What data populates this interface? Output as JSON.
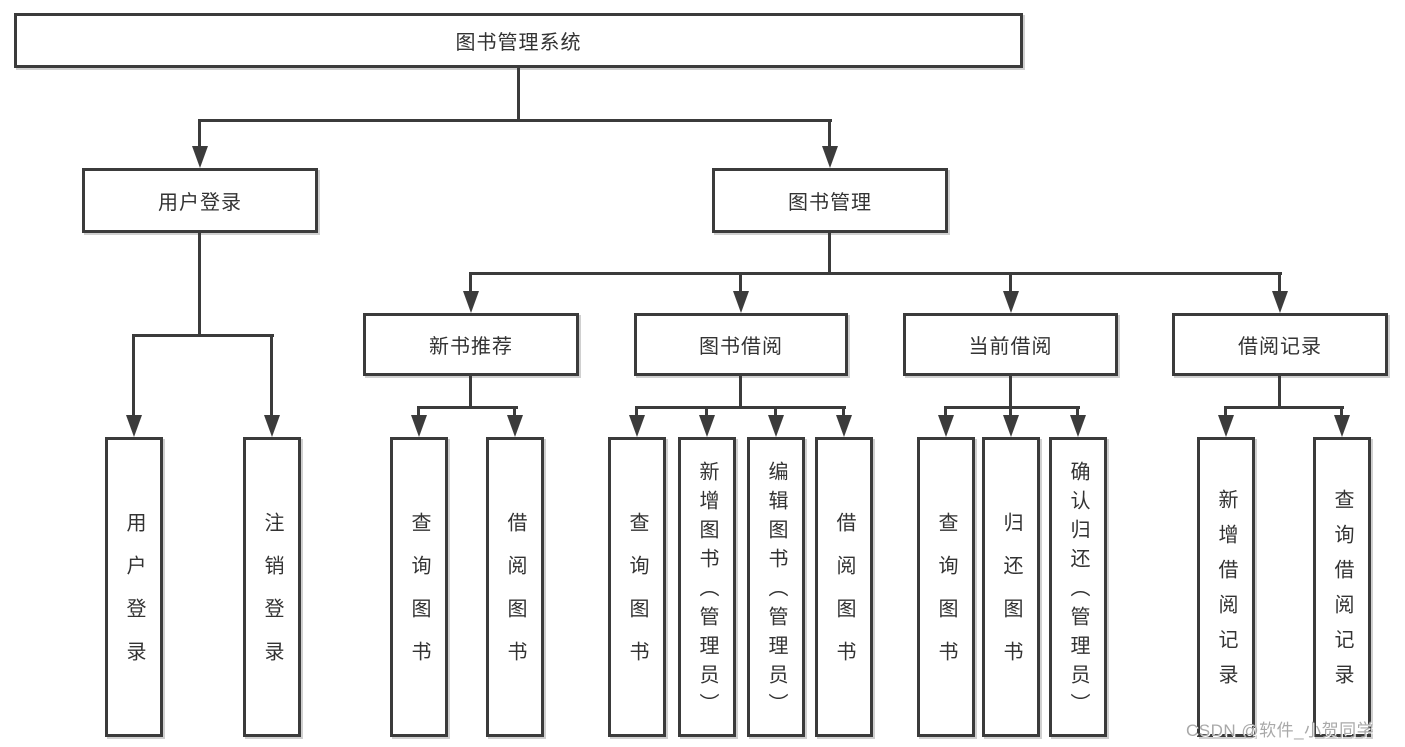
{
  "tree": {
    "root": {
      "label": "图书管理系统"
    },
    "branches": [
      {
        "label": "用户登录",
        "leaves": [
          "用户登录",
          "注销登录"
        ]
      },
      {
        "label": "图书管理",
        "groups": [
          {
            "label": "新书推荐",
            "leaves": [
              "查询图书",
              "借阅图书"
            ]
          },
          {
            "label": "图书借阅",
            "leaves": [
              "查询图书",
              "新增图书（管理员）",
              "编辑图书（管理员）",
              "借阅图书"
            ]
          },
          {
            "label": "当前借阅",
            "leaves": [
              "查询图书",
              "归还图书",
              "确认归还（管理员）"
            ]
          },
          {
            "label": "借阅记录",
            "leaves": [
              "新增借阅记录",
              "查询借阅记录"
            ]
          }
        ]
      }
    ]
  },
  "watermark": "CSDN @软件_小贺同学",
  "colors": {
    "line": "#3b3b3b",
    "text": "#333333",
    "watermark": "#a9a9a9",
    "background": "#ffffff"
  }
}
